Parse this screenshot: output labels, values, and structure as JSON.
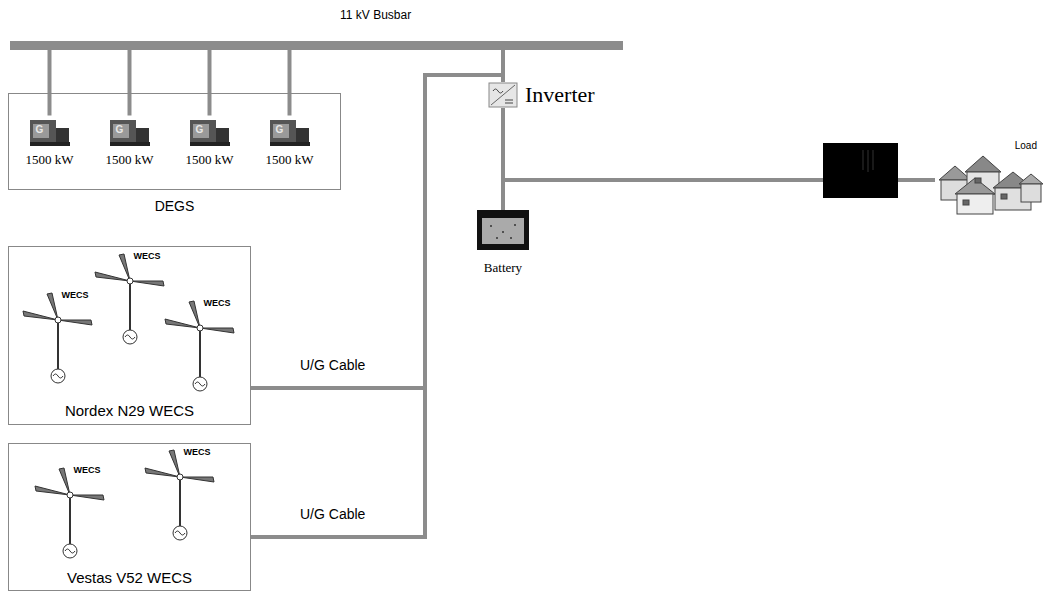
{
  "diagram": {
    "nodes": [
      {
        "text": [
          "11 kV Busbar"
        ]
      },
      {
        "text": [
          "DEGS"
        ]
      },
      {
        "text": [
          "G",
          "1500 kW"
        ],
        "in": 1
      },
      {
        "text": [
          "G",
          "1500 kW"
        ],
        "in": 1
      },
      {
        "text": [
          "G",
          "1500 kW"
        ],
        "in": 1
      },
      {
        "text": [
          "G",
          "1500 kW"
        ],
        "in": 1
      },
      {
        "text": [
          "Inverter"
        ]
      },
      {
        "text": [
          "Battery"
        ]
      },
      {
        "text": [
          "Load"
        ]
      },
      {
        "text": [
          "Nordex N29 WECS"
        ]
      },
      {
        "text": [
          "WECS"
        ],
        "in": 9
      },
      {
        "text": [
          "WECS"
        ],
        "in": 9
      },
      {
        "text": [
          "WECS"
        ],
        "in": 9
      },
      {
        "text": [
          "Vestas V52 WECS"
        ]
      },
      {
        "text": [
          "WECS"
        ],
        "in": 13
      },
      {
        "text": [
          "WECS"
        ],
        "in": 13
      }
    ],
    "edges": [
      {
        "from": 2,
        "to": 0,
        "arrow": "none"
      },
      {
        "from": 3,
        "to": 0,
        "arrow": "none"
      },
      {
        "from": 4,
        "to": 0,
        "arrow": "none"
      },
      {
        "from": 5,
        "to": 0,
        "arrow": "none"
      },
      {
        "from": 0,
        "to": 6,
        "arrow": "none"
      },
      {
        "from": 6,
        "to": 7,
        "arrow": "none"
      },
      {
        "from": 6,
        "to": 8,
        "arrow": "none"
      },
      {
        "from": 9,
        "to": 0,
        "label": "U/G Cable",
        "arrow": "none"
      },
      {
        "from": 13,
        "to": 0,
        "label": "U/G Cable",
        "arrow": "none"
      }
    ]
  }
}
